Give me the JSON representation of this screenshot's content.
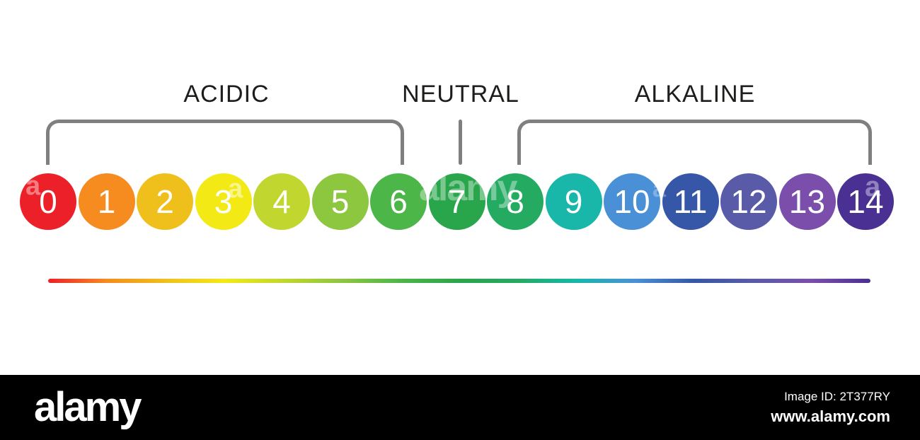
{
  "scale": {
    "sections": [
      {
        "id": "acidic",
        "label": "ACIDIC"
      },
      {
        "id": "neutral",
        "label": "NEUTRAL"
      },
      {
        "id": "alkaline",
        "label": "ALKALINE"
      }
    ],
    "values": [
      {
        "ph": "0",
        "color": "#ec2028"
      },
      {
        "ph": "1",
        "color": "#f68b1f"
      },
      {
        "ph": "2",
        "color": "#efc01c"
      },
      {
        "ph": "3",
        "color": "#f3ea15"
      },
      {
        "ph": "4",
        "color": "#c1d72f"
      },
      {
        "ph": "5",
        "color": "#8dc63f"
      },
      {
        "ph": "6",
        "color": "#4cb648"
      },
      {
        "ph": "7",
        "color": "#29a54b"
      },
      {
        "ph": "8",
        "color": "#24aa61"
      },
      {
        "ph": "9",
        "color": "#18b7aa"
      },
      {
        "ph": "10",
        "color": "#4a90d6"
      },
      {
        "ph": "11",
        "color": "#3656a7"
      },
      {
        "ph": "12",
        "color": "#595ba8"
      },
      {
        "ph": "13",
        "color": "#7a4eaa"
      },
      {
        "ph": "14",
        "color": "#493092"
      }
    ],
    "bracket_color": "#7f7f7f",
    "label_color": "#1d1d1b"
  },
  "gradient_bar": {
    "stops": [
      "#ec2028",
      "#f68b1f",
      "#efc01c",
      "#f3ea15",
      "#c1d72f",
      "#8dc63f",
      "#4cb648",
      "#29a54b",
      "#24aa61",
      "#18b7aa",
      "#4a90d6",
      "#3656a7",
      "#595ba8",
      "#7a4eaa",
      "#493092"
    ]
  },
  "watermarks": {
    "glyphs": [
      {
        "text": "a"
      },
      {
        "text": "a"
      },
      {
        "text": "alamy"
      },
      {
        "text": "a"
      },
      {
        "text": "a"
      }
    ]
  },
  "footer": {
    "logo": "alamy",
    "image_id": "Image ID: 2T377RY",
    "url": "www.alamy.com",
    "background": "#000000"
  }
}
